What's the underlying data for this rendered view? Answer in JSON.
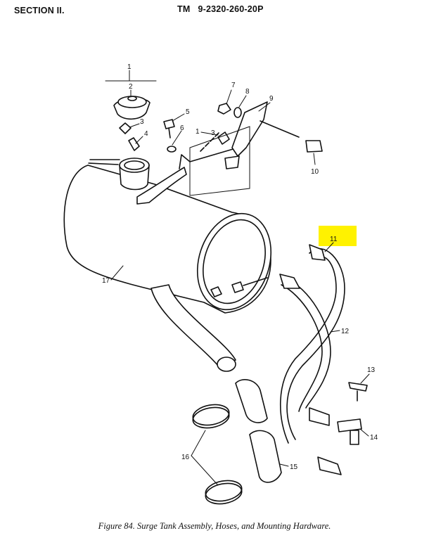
{
  "header": {
    "section": "SECTION II.",
    "tm_number": "TM   9-2320-260-20P"
  },
  "caption": "Figure 84. Surge Tank Assembly, Hoses, and Mounting Hardware.",
  "callouts": [
    "1",
    "2",
    "3",
    "4",
    "5",
    "6",
    "7",
    "8",
    "9",
    "10",
    "11",
    "12",
    "13",
    "14",
    "15",
    "16",
    "17"
  ],
  "highlight": {
    "label": "11",
    "color": "#fff200"
  }
}
